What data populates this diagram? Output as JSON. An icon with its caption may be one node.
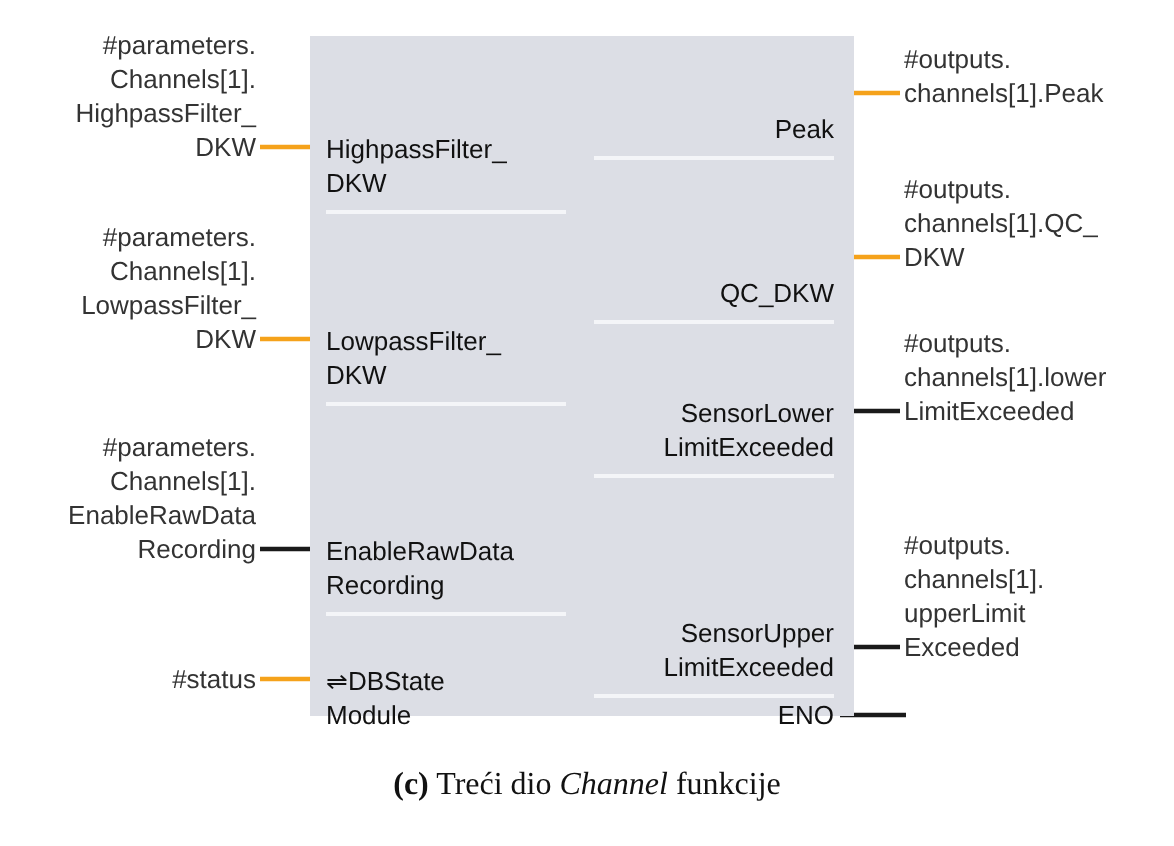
{
  "diagram": {
    "caption": "**(c)** Treći dio *Channel* funkcije",
    "nodes": [
      {
        "text": [],
        "shape": "box"
      },
      {
        "text": [
          "HighpassFilter_ DKW"
        ],
        "in": 0
      },
      {
        "text": [
          "LowpassFilter_ DKW"
        ],
        "in": 0
      },
      {
        "text": [
          "EnableRawData Recording"
        ],
        "in": 0
      },
      {
        "text": [
          "⇌DBState Module"
        ],
        "in": 0
      },
      {
        "text": [
          "Peak"
        ],
        "in": 0
      },
      {
        "text": [
          "QC_DKW"
        ],
        "in": 0
      },
      {
        "text": [
          "SensorLower LimitExceeded"
        ],
        "in": 0
      },
      {
        "text": [
          "SensorUpper LimitExceeded"
        ],
        "in": 0
      },
      {
        "text": [
          "ENO"
        ],
        "in": 0
      },
      {
        "text": [
          "#parameters. Channels[1]. HighpassFilter_ DKW"
        ]
      },
      {
        "text": [
          "#parameters. Channels[1]. LowpassFilter_ DKW"
        ]
      },
      {
        "text": [
          "#parameters. Channels[1]. EnableRawData Recording"
        ]
      },
      {
        "text": [
          "#status"
        ]
      },
      {
        "text": [
          "#outputs. channels[1].Peak"
        ]
      },
      {
        "text": [
          "#outputs. channels[1].QC_ DKW"
        ]
      },
      {
        "text": [
          "#outputs. channels[1].lower LimitExceeded"
        ]
      },
      {
        "text": [
          "#outputs. channels[1]. upperLimit Exceeded"
        ]
      }
    ],
    "edges": [
      {
        "from": 10,
        "to": 1,
        "arrow": "none"
      },
      {
        "from": 11,
        "to": 2,
        "arrow": "none"
      },
      {
        "from": 12,
        "to": 3,
        "arrow": "none",
        "color": "#1a1a1a"
      },
      {
        "from": 13,
        "to": 4,
        "arrow": "none"
      },
      {
        "from": 5,
        "to": 14,
        "arrow": "none"
      },
      {
        "from": 6,
        "to": 15,
        "arrow": "none"
      },
      {
        "from": 7,
        "to": 16,
        "arrow": "none",
        "color": "#1a1a1a"
      },
      {
        "from": 8,
        "to": 17,
        "arrow": "none",
        "color": "#1a1a1a"
      },
      {
        "from": 9,
        "to": null,
        "arrow": "none",
        "color": "#1a1a1a"
      }
    ]
  }
}
